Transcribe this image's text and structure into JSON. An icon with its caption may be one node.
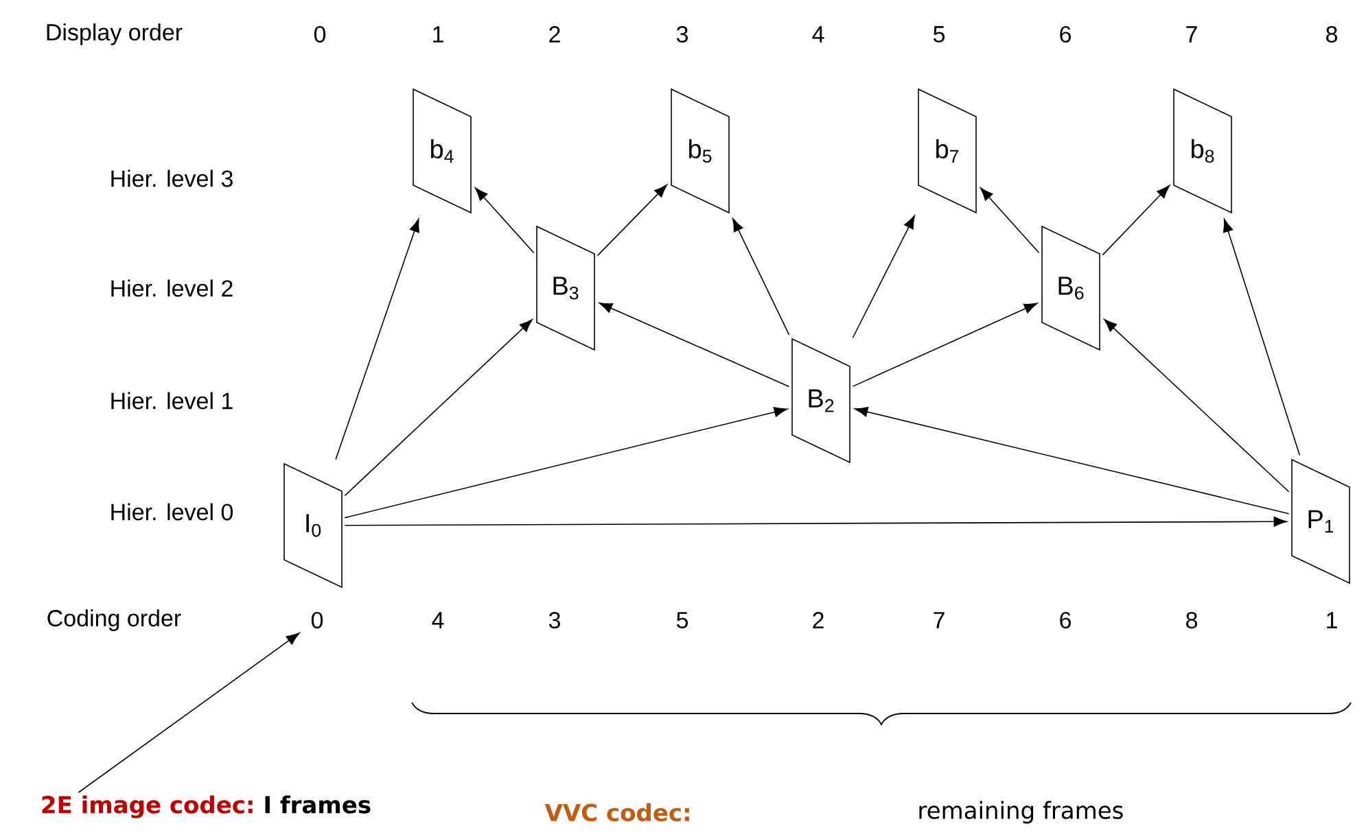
{
  "diagram": {
    "nodes": [
      {
        "text": [
          "I$_{0}$"
        ]
      },
      {
        "text": [
          "b$_{4}$"
        ]
      },
      {
        "text": [
          "B$_{3}$"
        ]
      },
      {
        "text": [
          "b$_{5}$"
        ]
      },
      {
        "text": [
          "B$_{2}$"
        ]
      },
      {
        "text": [
          "b$_{7}$"
        ]
      },
      {
        "text": [
          "B$_{6}$"
        ]
      },
      {
        "text": [
          "b$_{8}$"
        ]
      },
      {
        "text": [
          "P$_{1}$"
        ]
      },
      {
        "text": [
          "0"
        ]
      },
      {
        "text": [
          "2E image codec:",
          "I frames"
        ]
      }
    ],
    "edges": [
      {
        "from": 0,
        "to": 1,
        "arrow": "to"
      },
      {
        "from": 0,
        "to": 2,
        "arrow": "to"
      },
      {
        "from": 0,
        "to": 4,
        "arrow": "to"
      },
      {
        "from": 0,
        "to": 8,
        "arrow": "to"
      },
      {
        "from": 2,
        "to": 1,
        "arrow": "to"
      },
      {
        "from": 2,
        "to": 3,
        "arrow": "to"
      },
      {
        "from": 4,
        "to": 2,
        "arrow": "to"
      },
      {
        "from": 4,
        "to": 3,
        "arrow": "to"
      },
      {
        "from": 4,
        "to": 5,
        "arrow": "to"
      },
      {
        "from": 4,
        "to": 6,
        "arrow": "to"
      },
      {
        "from": 6,
        "to": 5,
        "arrow": "to"
      },
      {
        "from": 6,
        "to": 7,
        "arrow": "to"
      },
      {
        "from": 8,
        "to": 6,
        "arrow": "to"
      },
      {
        "from": 8,
        "to": 7,
        "arrow": "to"
      },
      {
        "from": 8,
        "to": 4,
        "arrow": "to"
      },
      {
        "from": 10,
        "to": 9,
        "arrow": "to"
      }
    ],
    "labels": [
      "Display order",
      "0",
      "1",
      "2",
      "3",
      "4",
      "5",
      "6",
      "7",
      "8",
      "Hier. level 3",
      "Hier. level 2",
      "Hier. level 1",
      "Hier. level 0",
      "Coding order",
      "4",
      "3",
      "5",
      "2",
      "7",
      "6",
      "8",
      "1",
      "VVC codec:",
      "remaining frames"
    ]
  }
}
